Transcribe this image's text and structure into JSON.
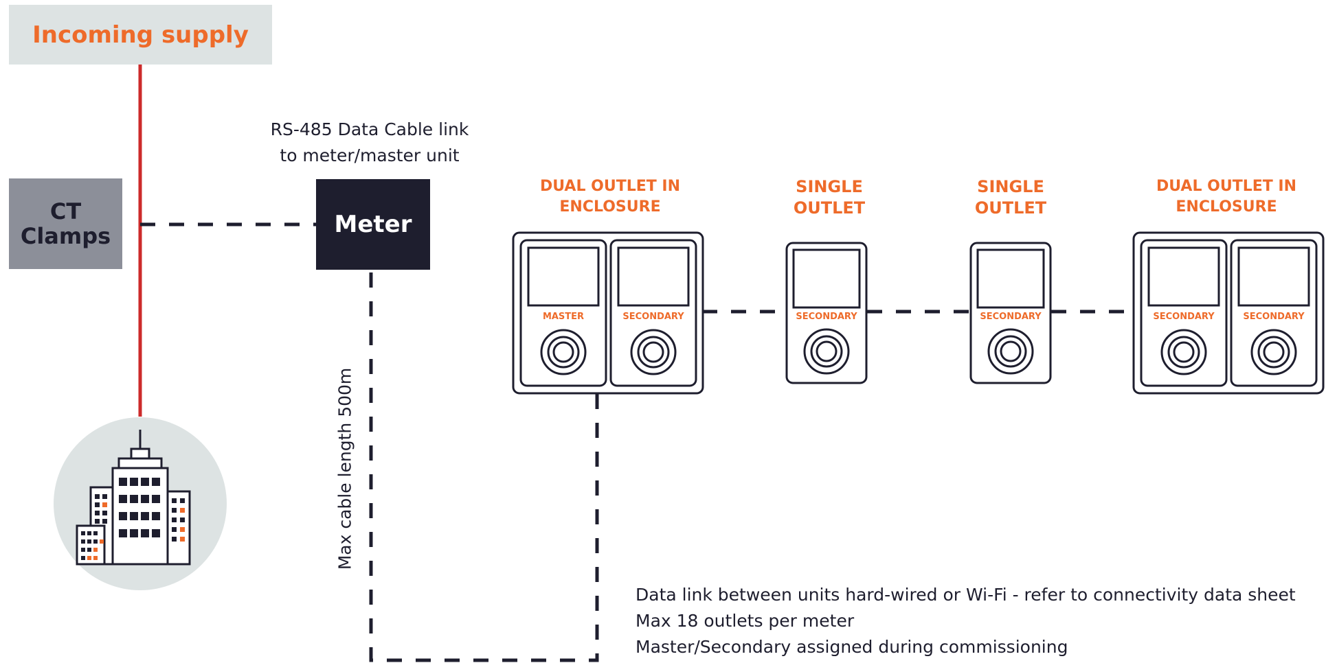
{
  "incoming_supply": {
    "label": "Incoming supply"
  },
  "ct_clamps": {
    "label": "CT\nClamps"
  },
  "meter": {
    "label": "Meter"
  },
  "rs485": {
    "label": "RS-485 Data Cable link\nto meter/master unit"
  },
  "cable_length": {
    "label": "Max cable length 500m"
  },
  "units": [
    {
      "title": "DUAL OUTLET IN\nENCLOSURE",
      "outlets": [
        "MASTER",
        "SECONDARY"
      ]
    },
    {
      "title": "SINGLE\nOUTLET",
      "outlets": [
        "SECONDARY"
      ]
    },
    {
      "title": "SINGLE\nOUTLET",
      "outlets": [
        "SECONDARY"
      ]
    },
    {
      "title": "DUAL OUTLET IN\nENCLOSURE",
      "outlets": [
        "SECONDARY",
        "SECONDARY"
      ]
    }
  ],
  "notes": [
    "Data link between units hard-wired or Wi-Fi - refer to connectivity data sheet",
    "Max 18 outlets per meter",
    "Master/Secondary assigned during commissioning"
  ],
  "colors": {
    "accent": "#ee6b2a",
    "dark": "#1e1e2e",
    "supply_line": "#cc2a2a",
    "ct_box": "#8c8f99",
    "supply_box": "#dde3e3",
    "building_bg": "#dde3e3"
  }
}
